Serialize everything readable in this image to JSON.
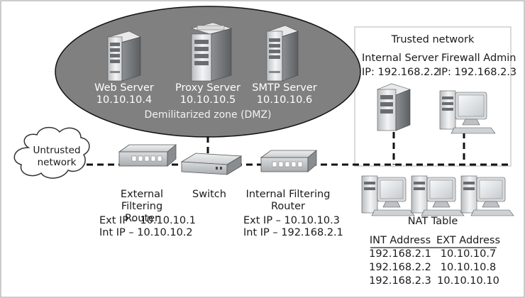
{
  "dmz": {
    "label": "Demilitarized zone (DMZ)",
    "servers": [
      {
        "name": "Web Server",
        "ip": "10.10.10.4"
      },
      {
        "name": "Proxy Server",
        "ip": "10.10.10.5"
      },
      {
        "name": "SMTP Server",
        "ip": "10.10.10.6"
      }
    ]
  },
  "untrusted": {
    "label": "Untrusted\nnetwork"
  },
  "external_router": {
    "name": "External Filtering\nRouter",
    "ext_ip": "Ext IP – 10.10.10.1",
    "int_ip": "Int IP – 10.10.10.2"
  },
  "switch": {
    "name": "Switch"
  },
  "internal_router": {
    "name": "Internal Filtering\nRouter",
    "ext_ip": "Ext IP – 10.10.10.3",
    "int_ip": "Int IP – 192.168.2.1"
  },
  "trusted": {
    "label": "Trusted network",
    "internal_server": {
      "name": "Internal Server",
      "ip": "IP: 192.168.2.2"
    },
    "firewall_admin": {
      "name": "Firewall Admin",
      "ip": "IP: 192.168.2.3"
    }
  },
  "nat": {
    "title": "NAT Table",
    "headers": [
      "INT Address",
      "EXT Address"
    ],
    "rows": [
      [
        "192.168.2.1",
        "10.10.10.7"
      ],
      [
        "192.168.2.2",
        "10.10.10.8"
      ],
      [
        "192.168.2.3",
        "10.10.10.10"
      ]
    ]
  }
}
